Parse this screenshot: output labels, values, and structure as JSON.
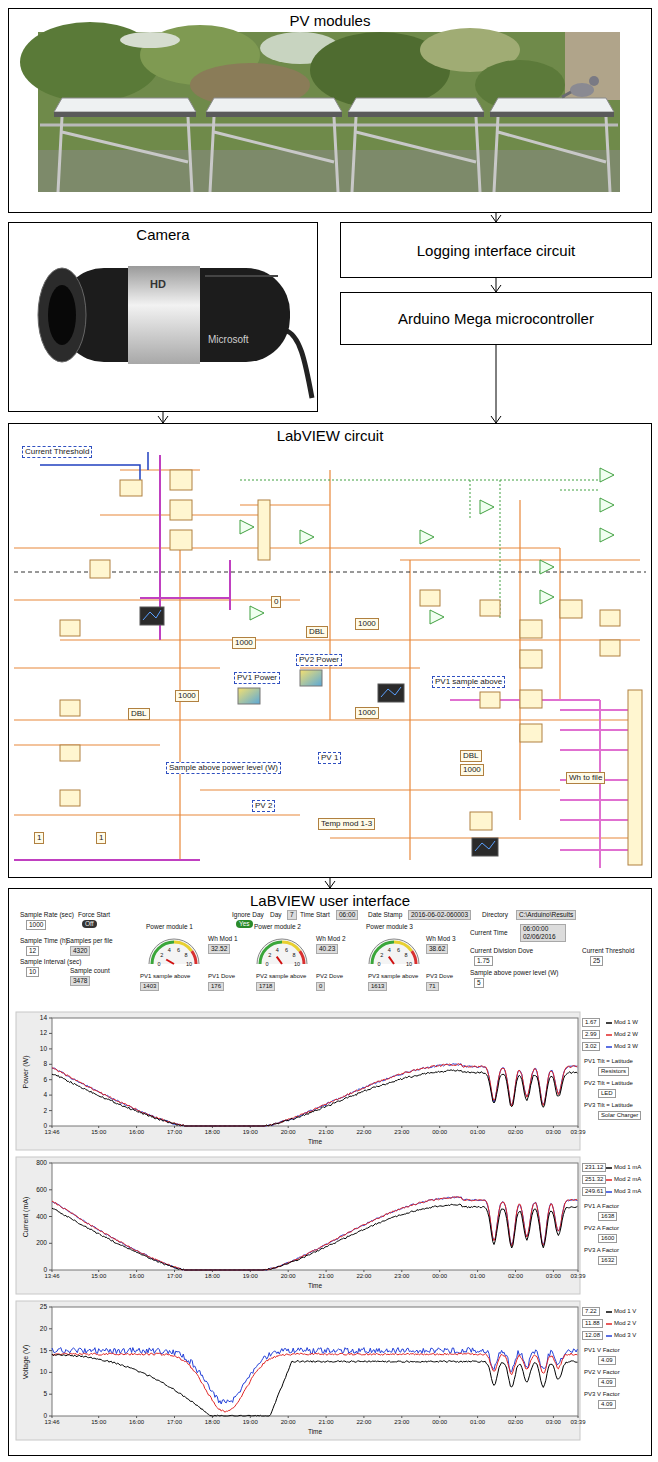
{
  "diagram": {
    "nodes": [
      {
        "text": [
          "PV modules"
        ]
      },
      {
        "text": [
          "Camera"
        ]
      },
      {
        "text": [
          "Logging interface circuit"
        ]
      },
      {
        "text": [
          "Arduino Mega microcontroller"
        ]
      },
      {
        "text": [
          "LabVIEW circuit"
        ]
      },
      {
        "text": [
          "LaBVIEW user interface"
        ]
      }
    ],
    "edges": [
      {
        "from": 0,
        "to": 2,
        "arrow": "to"
      },
      {
        "from": 2,
        "to": 3,
        "arrow": "to"
      },
      {
        "from": 1,
        "to": 4,
        "arrow": "to"
      },
      {
        "from": 3,
        "to": 4,
        "arrow": "to"
      },
      {
        "from": 4,
        "to": 5,
        "arrow": "to"
      }
    ],
    "labels": [
      "HD",
      "Microsoft",
      "Current Threshold",
      "0",
      "DBL",
      "1000",
      "1000",
      "PV2 Power",
      "PV1 Power",
      "1000",
      "DBL",
      "PV1 sample above",
      "1000",
      "Sample above power level (W)",
      "PV 1",
      "DBL",
      "1000",
      "Wh to file",
      "PV 2",
      "Temp mod 1-3",
      "1",
      "1",
      "Sample Rate (sec)",
      "1000",
      "Force Start",
      "Off",
      "Sample Time (h)",
      "12",
      "Samples per file",
      "4320",
      "Sample Interval (sec)",
      "10",
      "Sample count",
      "3478",
      "Ignore Day",
      "Yes",
      "Day",
      "7",
      "Time Start",
      "06:00",
      "Date Stamp",
      "2016-06-02-060003",
      "Directory",
      "C:\\Arduino\\Results",
      "Power module 1",
      "0",
      "2",
      "4",
      "6",
      "8",
      "10",
      "Wh Mod 1",
      "32.52",
      "Power module 2",
      "0",
      "2",
      "4",
      "6",
      "8",
      "10",
      "Wh Mod 2",
      "40.23",
      "Power module 3",
      "0",
      "2",
      "4",
      "6",
      "8",
      "10",
      "Wh Mod 3",
      "38.62",
      "Current Time",
      "06:00:00 02/06/2016",
      "Current Division Dove",
      "1.75",
      "Current Threshold",
      "25",
      "Sample above power level (W)",
      "5",
      "PV1 sample above",
      "1403",
      "PV1 Dove",
      "176",
      "PV2 sample above",
      "1718",
      "PV2 Dove",
      "0",
      "PV3 sample above",
      "1613",
      "PV3 Dove",
      "71",
      "Power (W)",
      "14",
      "12",
      "10",
      "8",
      "6",
      "4",
      "2",
      "0",
      "13:46",
      "15:00",
      "16:00",
      "17:00",
      "18:00",
      "19:00",
      "20:00",
      "21:00",
      "22:00",
      "23:00",
      "00:00",
      "01:00",
      "02:00",
      "03:00",
      "03:39",
      "Time",
      "1.67",
      "2.99",
      "3.02",
      "Mod 1 W",
      "Mod 2 W",
      "Mod 3 W",
      "PV1 Tilt = Latitude",
      "Resistors",
      "PV2 Tilt = Latitude",
      "LED",
      "PV3 Tilt = Latitude",
      "Solar Charger",
      "Current (mA)",
      "800",
      "600",
      "400",
      "200",
      "0",
      "13:46",
      "15:00",
      "16:00",
      "17:00",
      "18:00",
      "19:00",
      "20:00",
      "21:00",
      "22:00",
      "23:00",
      "00:00",
      "01:00",
      "02:00",
      "03:00",
      "03:39",
      "Time",
      "231.12",
      "251.32",
      "249.61",
      "Mod 1 mA",
      "Mod 2 mA",
      "Mod 3 mA",
      "PV1 A Factor",
      "1638",
      "PV2 A Factor",
      "1600",
      "PV3 A Factor",
      "1632",
      "Voltage (V)",
      "25",
      "20",
      "15",
      "10",
      "5",
      "0",
      "13:46",
      "15:00",
      "16:00",
      "17:00",
      "18:00",
      "19:00",
      "20:00",
      "21:00",
      "22:00",
      "23:00",
      "00:00",
      "01:00",
      "02:00",
      "03:00",
      "03:39",
      "Time",
      "7.22",
      "11.88",
      "12.08",
      "Mod 1 V",
      "Mod 2 V",
      "Mod 3 V",
      "PV1 V Factor",
      "4.09",
      "PV2 V Factor",
      "4.09",
      "PV3 V Factor",
      "4.09"
    ]
  }
}
